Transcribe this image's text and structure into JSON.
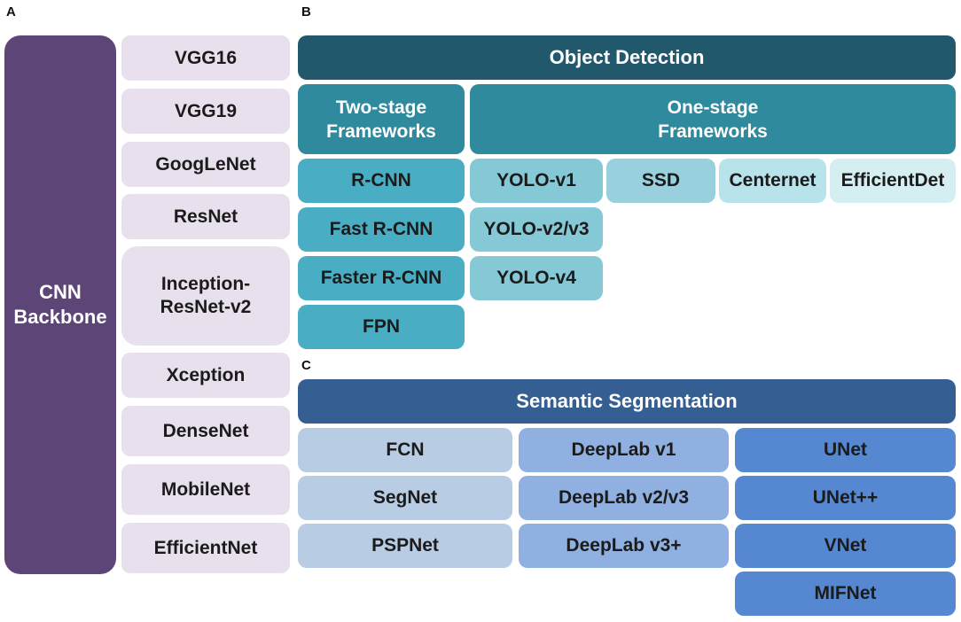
{
  "panels": {
    "a": "A",
    "b": "B",
    "c": "C"
  },
  "backbone": {
    "title": "CNN\nBackbone",
    "items": [
      "VGG16",
      "VGG19",
      "GoogLeNet",
      "ResNet",
      "Inception-\nResNet-v2",
      "Xception",
      "DenseNet",
      "MobileNet",
      "EfficientNet"
    ]
  },
  "detection": {
    "header": "Object Detection",
    "two_stage_header": "Two-stage\nFrameworks",
    "one_stage_header": "One-stage\nFrameworks",
    "two_stage": [
      "R-CNN",
      "Fast R-CNN",
      "Faster R-CNN",
      "FPN"
    ],
    "yolo": [
      "YOLO-v1",
      "YOLO-v2/v3",
      "YOLO-v4"
    ],
    "others": [
      "SSD",
      "Centernet",
      "EfficientDet"
    ]
  },
  "segmentation": {
    "header": "Semantic Segmentation",
    "col1": [
      "FCN",
      "SegNet",
      "PSPNet"
    ],
    "col2": [
      "DeepLab v1",
      "DeepLab v2/v3",
      "DeepLab v3+"
    ],
    "col3": [
      "UNet",
      "UNet++",
      "VNet",
      "MIFNet"
    ]
  },
  "colors": {
    "backbone": "#5e4577",
    "backbone_item": "#e8e0ec",
    "detection_header": "#22586b",
    "frameworks_header": "#2f8a9e",
    "two_stage": "#49adc3",
    "yolo": "#86c9d6",
    "segmentation_header": "#355f93",
    "seg_col1": "#b8cce4",
    "seg_col2": "#8fb0e0",
    "seg_col3": "#5588d1"
  }
}
